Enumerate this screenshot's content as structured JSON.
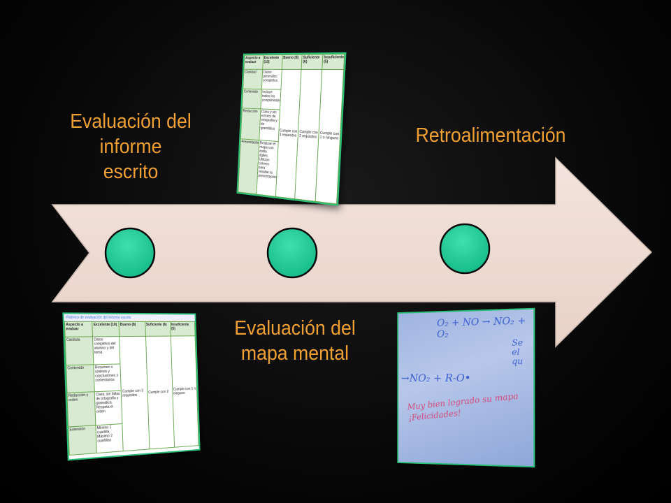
{
  "labels": {
    "step1": "Evaluación del informe escrito",
    "step2": "Evaluación del mapa mental",
    "step3": "Retroalimentación"
  },
  "colors": {
    "arrow_fill": "#efdcd4",
    "arrow_stroke": "#c9b8b0",
    "circle_fill": "#1fcf95",
    "label_text": "#f0a033"
  },
  "thumb_top": {
    "headers": [
      "Aspecto a evaluar",
      "Excelente (10)",
      "Bueno (8)",
      "Suficiente (6)",
      "Insuficiente (5)"
    ],
    "rows": [
      [
        "Claridad",
        "Datos generales completos",
        "",
        "",
        ""
      ],
      [
        "Contenido",
        "Incluye todos los componentes",
        "",
        "",
        ""
      ],
      [
        "Redacción",
        "Clara y sin errores de ortografía y de gramática",
        "Cumple con 3 requisitos",
        "Cumple con 2 requisitos",
        "Cumple con 1 o ninguno"
      ],
      [
        "Presentación",
        "Realizan el mapa con estilo ágiles. Utilizan colores para resaltar la presentación",
        "",
        "",
        ""
      ]
    ]
  },
  "thumb_bl": {
    "title": "Rúbrica de evaluación del informe escrito",
    "headers": [
      "Aspecto a evaluar",
      "Excelente (10)",
      "Bueno (8)",
      "Suficiente (6)",
      "Insuficiente (5)"
    ],
    "rows": [
      [
        "Carátula",
        "Datos completos del alumno y del tema",
        "",
        "",
        ""
      ],
      [
        "Contenido",
        "Resumen o síntesis y conclusiones o comentarios",
        "Cumple con 3 requisitos",
        "Cumple con 2",
        "Cumple con 1 o ninguno"
      ],
      [
        "Redacción y orden",
        "Clara, sin faltas de ortografía y gramática. Respeta el orden",
        "",
        "",
        ""
      ],
      [
        "Extensión",
        "Mínimo 1 cuartilla Máximo 2 cuartillas",
        "",
        "",
        ""
      ]
    ]
  },
  "thumb_br": {
    "line1": "O₂ + NO → NO₂ + O₂",
    "line2": "→NO₂ + R-O•",
    "line3": "Se el qu",
    "note": "Muy bien logrado su mapa ¡Felicidades!"
  }
}
